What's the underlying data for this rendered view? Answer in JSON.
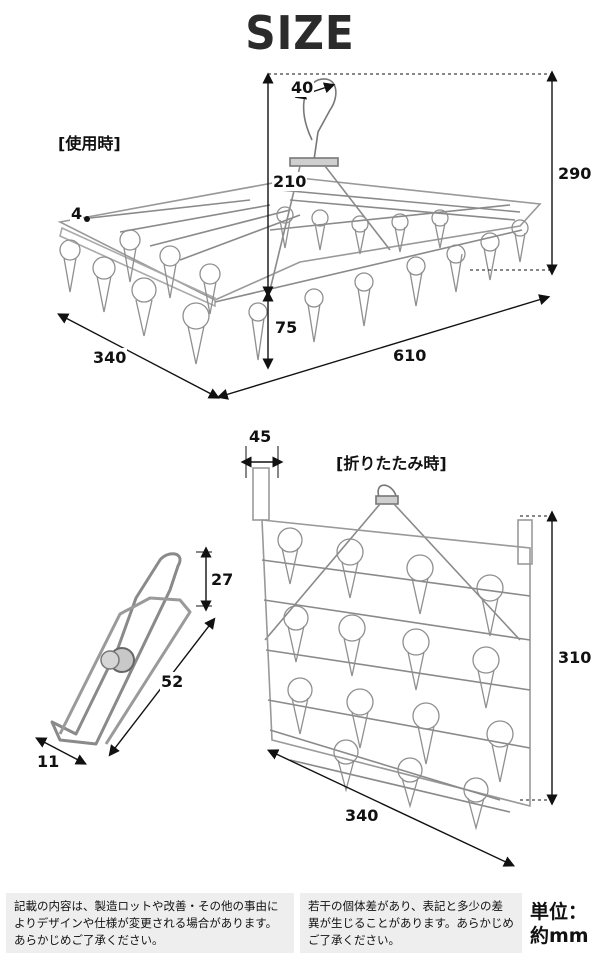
{
  "title": "SIZE",
  "in_use": {
    "label": "[使用時]",
    "dims": {
      "hook": "40",
      "height": "290",
      "top_bar": "210",
      "wire": "4",
      "clip_drop": "75",
      "depth": "340",
      "width": "610"
    }
  },
  "folded": {
    "label": "[折りたたみ時]",
    "dims": {
      "thickness": "45",
      "height": "310",
      "width": "340"
    }
  },
  "clip": {
    "dims": {
      "top": "27",
      "length": "52",
      "width": "11"
    }
  },
  "footer": {
    "note_left": "記載の内容は、製造ロットや改善・その他の事由によりデザインや仕様が変更される場合があります。あらかじめご了承ください。",
    "note_right": "若干の個体差があり、表記と多少の差異が生じることがあります。あらかじめご了承ください。",
    "unit_line1": "単位：",
    "unit_line2": "約mm"
  }
}
